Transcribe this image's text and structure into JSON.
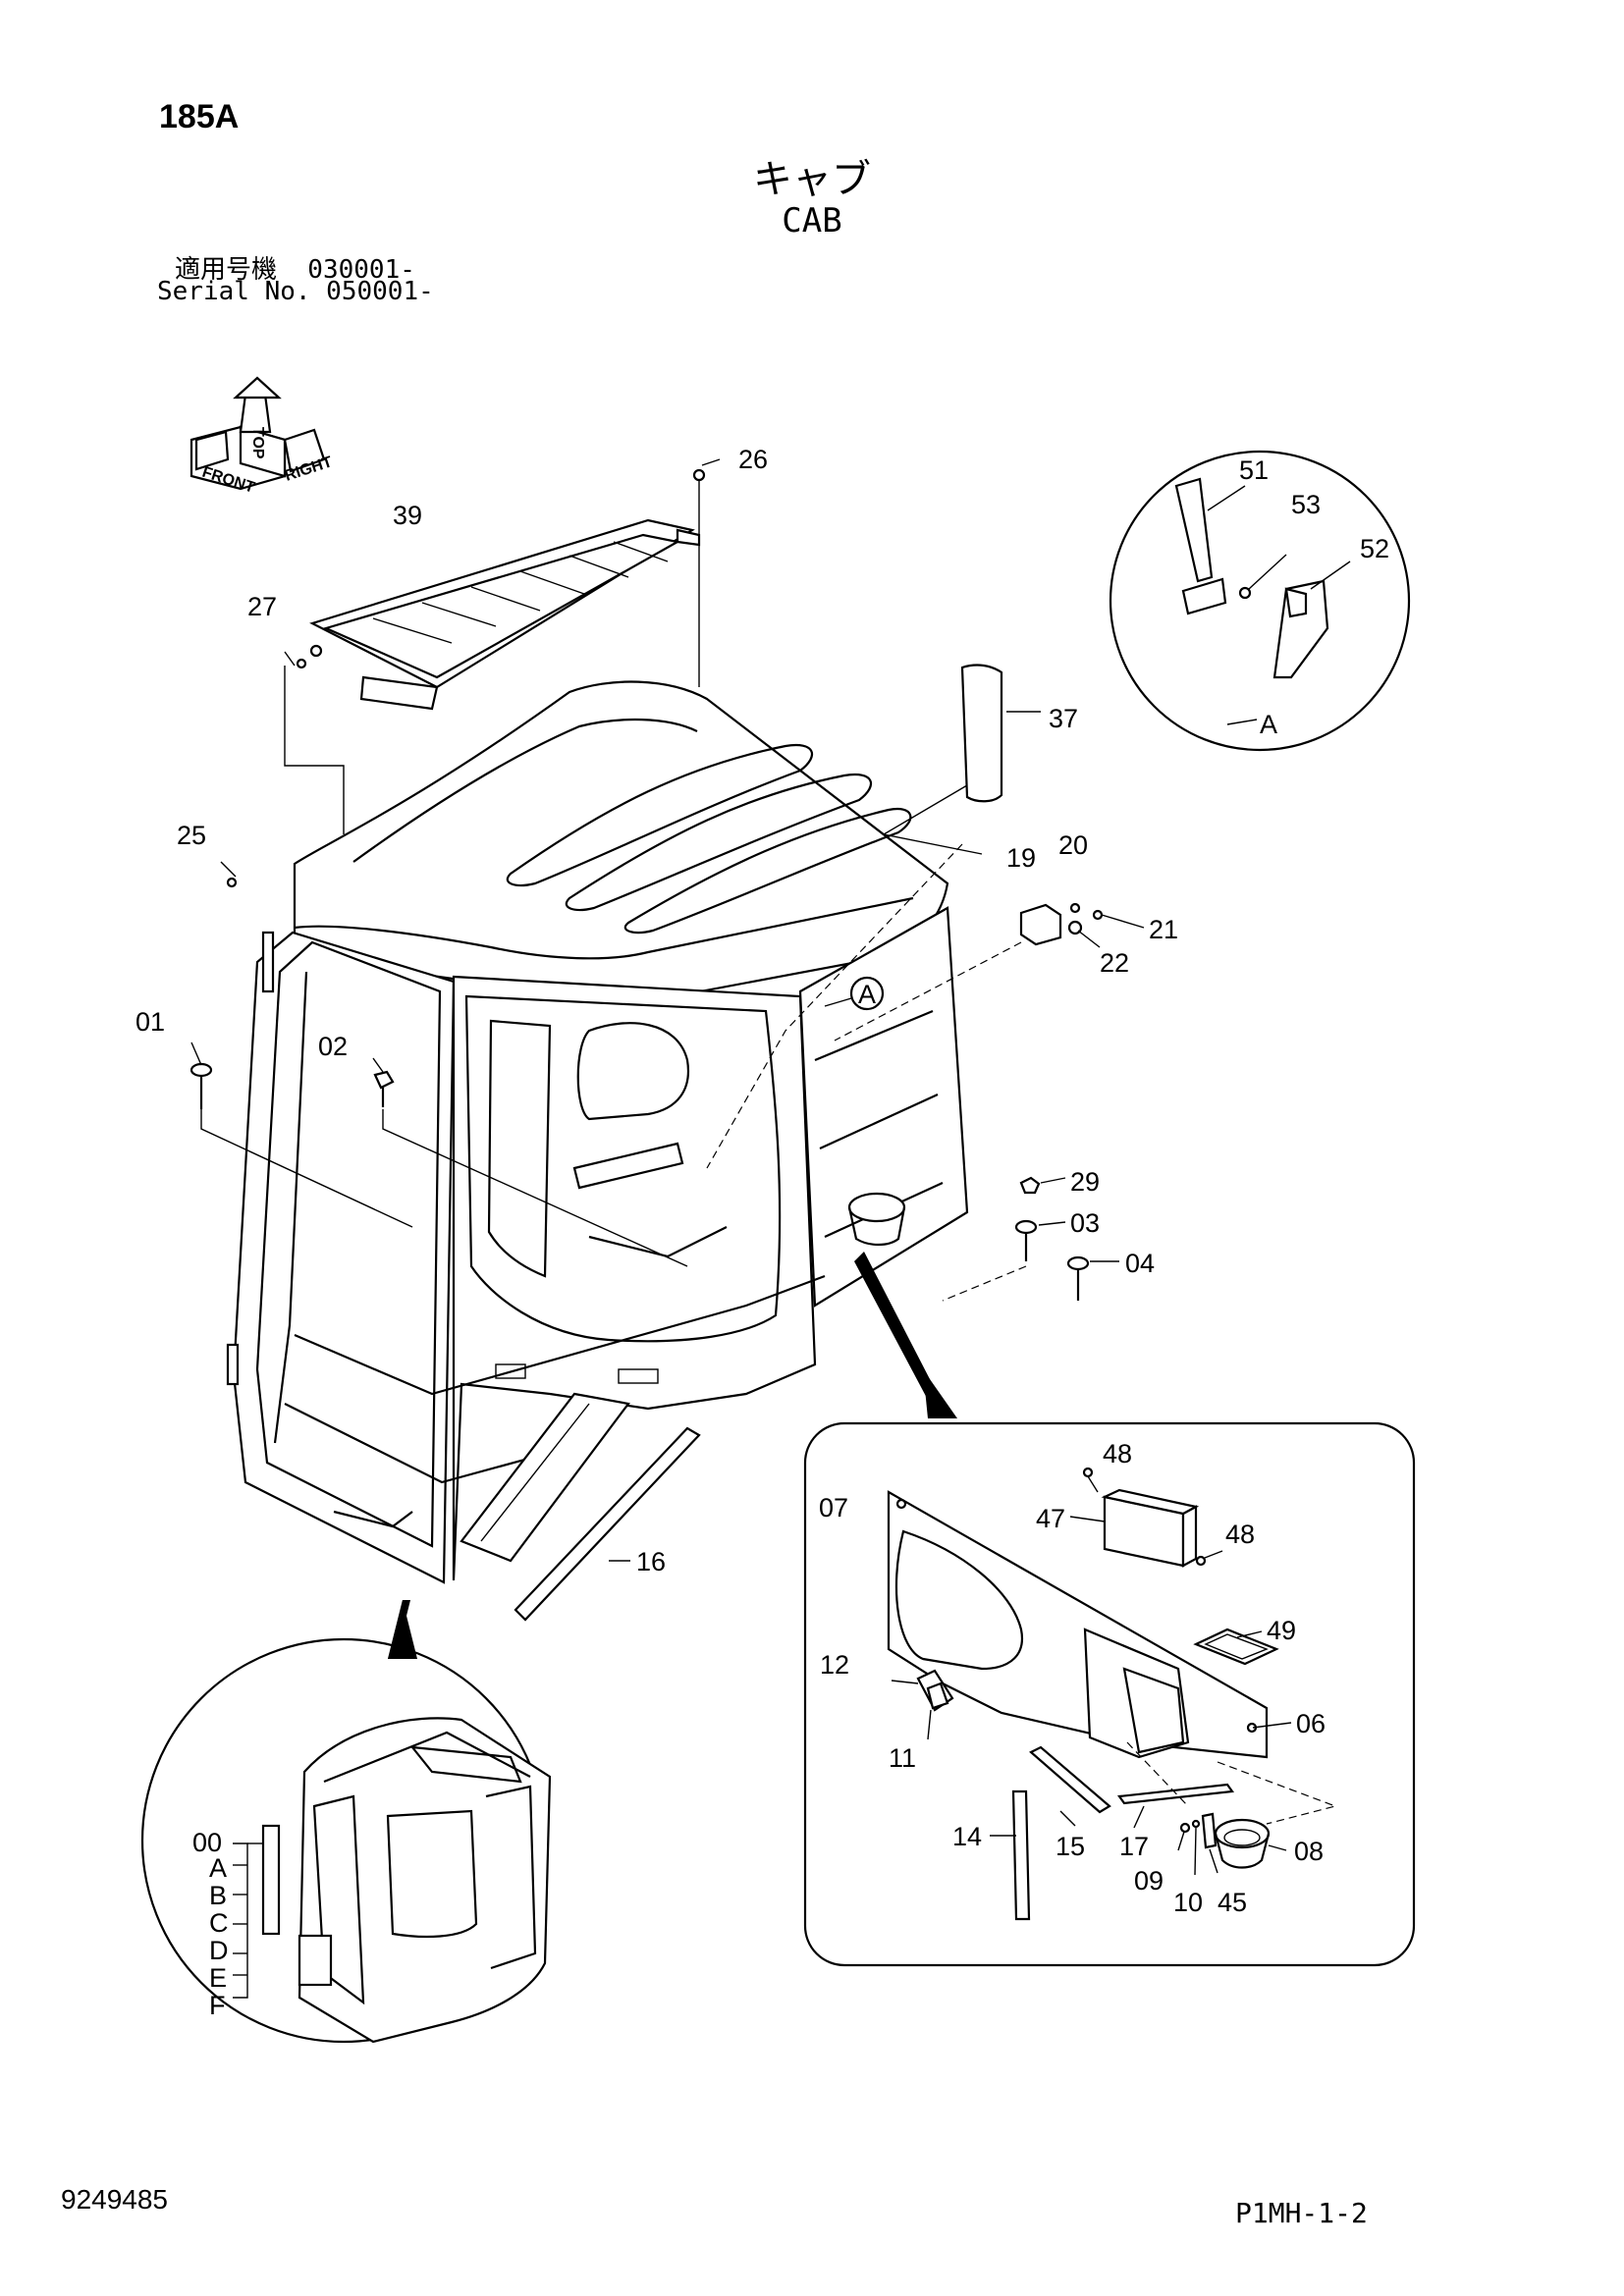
{
  "header": {
    "page_code": "185A",
    "title_jp": "キャブ",
    "title_en": "CAB",
    "serial_jp": "適用号機  030001-",
    "serial_en": "Serial No. 050001-"
  },
  "orientation": {
    "front": "FRONT",
    "top": "TOP",
    "right": "RIGHT"
  },
  "detail_ref": {
    "a_circle": "A",
    "a_bottom": "A"
  },
  "callouts": {
    "c26": "26",
    "c39": "39",
    "c27": "27",
    "c25": "25",
    "c01": "01",
    "c02": "02",
    "c37": "37",
    "c19": "19",
    "c20": "20",
    "c21": "21",
    "c22": "22",
    "c29": "29",
    "c03": "03",
    "c04": "04",
    "c16": "16",
    "c51": "51",
    "c53": "53",
    "c52": "52",
    "c48a": "48",
    "c07": "07",
    "c47": "47",
    "c48b": "48",
    "c49": "49",
    "c12": "12",
    "c06": "06",
    "c11": "11",
    "c14": "14",
    "c15": "15",
    "c17": "17",
    "c09": "09",
    "c10": "10",
    "c45": "45",
    "c08": "08"
  },
  "variants": [
    "00",
    "A",
    "B",
    "C",
    "D",
    "E",
    "F"
  ],
  "footer": {
    "drawing_no": "9249485",
    "page_ref": "P1MH-1-2"
  }
}
